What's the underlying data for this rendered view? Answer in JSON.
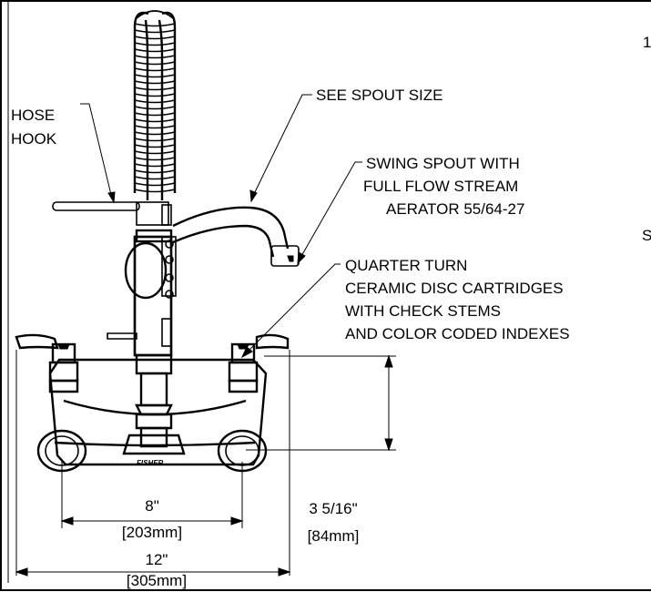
{
  "labels": {
    "hose_hook_line1": "HOSE",
    "hose_hook_line2": "HOOK",
    "see_spout_size": "SEE SPOUT SIZE",
    "swing_spout_line1": "SWING SPOUT WITH",
    "swing_spout_line2": "FULL FLOW STREAM",
    "swing_spout_line3": "AERATOR 55/64-27",
    "cartridge_line1": "QUARTER TURN",
    "cartridge_line2": "CERAMIC DISC CARTRIDGES",
    "cartridge_line3": "WITH CHECK STEMS",
    "cartridge_line4": "AND COLOR CODED INDEXES",
    "brand_mark": "FISHER",
    "cut_right_top": "1",
    "cut_right_mid": "S"
  },
  "dimensions": {
    "centers": {
      "inches": "8\"",
      "mm": "[203mm]"
    },
    "height": {
      "inches": "3 5/16\"",
      "mm": "[84mm]"
    },
    "overall_width": {
      "inches": "12\"",
      "mm": "[305mm]"
    }
  }
}
